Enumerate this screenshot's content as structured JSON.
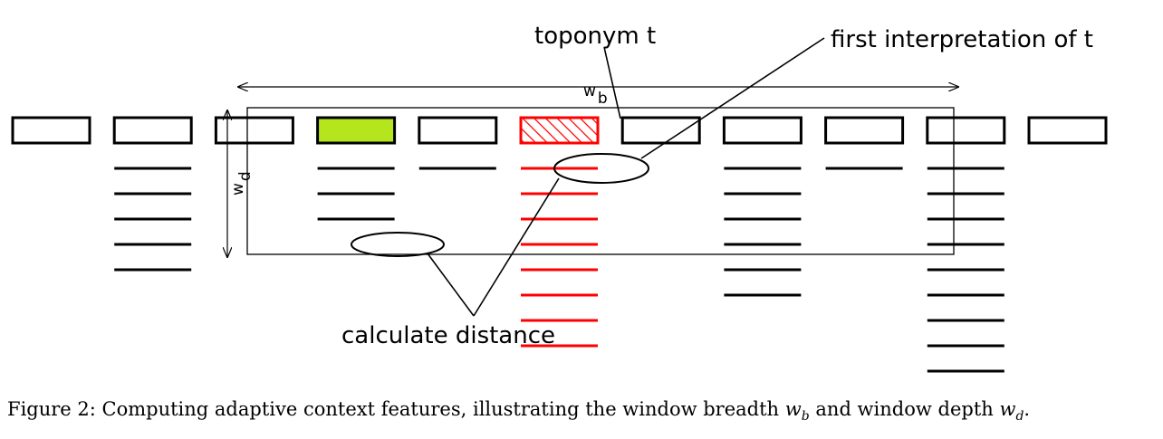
{
  "labels": {
    "toponym": "toponym t",
    "first_interpretation": "first interpretation of t",
    "calculate_distance": "calculate distance",
    "w_b_main": "w",
    "w_b_sub": "b",
    "w_d_main": "w",
    "w_d_sub": "d"
  },
  "caption": {
    "prefix": "Figure 2: Computing adaptive context features, illustrating the window breadth ",
    "wb_main": "w",
    "wb_sub": "b",
    "middle": " and window depth ",
    "wd_main": "w",
    "wd_sub": "d",
    "suffix": "."
  },
  "colors": {
    "selected_token": "#b5e51d",
    "target_toponym": "#ff0000",
    "target_interpretations": "#ff0000",
    "outline": "#000000"
  },
  "tokens": [
    {
      "style": "plain",
      "interpretations": 0
    },
    {
      "style": "plain",
      "interpretations": 5
    },
    {
      "style": "plain",
      "interpretations": 0
    },
    {
      "style": "highlight-green",
      "interpretations": 3
    },
    {
      "style": "plain",
      "interpretations": 1
    },
    {
      "style": "hatched-red",
      "interpretations": 8
    },
    {
      "style": "plain",
      "interpretations": 0
    },
    {
      "style": "plain",
      "interpretations": 6
    },
    {
      "style": "plain",
      "interpretations": 1
    },
    {
      "style": "plain",
      "interpretations": 9
    },
    {
      "style": "plain",
      "interpretations": 0
    }
  ]
}
